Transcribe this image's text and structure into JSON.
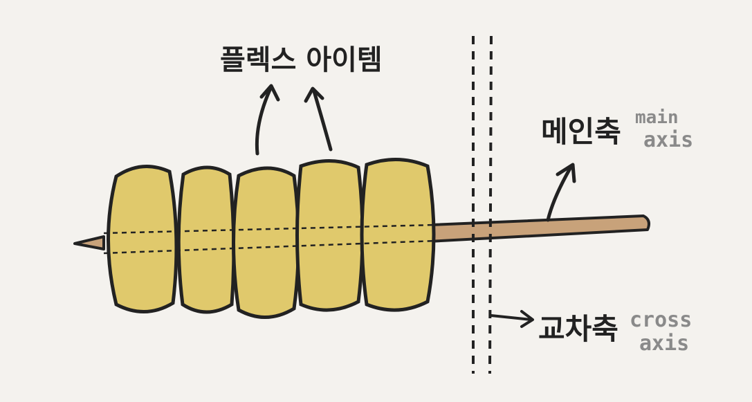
{
  "labels": {
    "flex_items": "플렉스 아이템",
    "main_axis_ko": "메인축",
    "main_axis_en_1": "main",
    "main_axis_en_2": "axis",
    "cross_axis_ko": "교차축",
    "cross_axis_en_1": "cross",
    "cross_axis_en_2": "axis"
  },
  "colors": {
    "background": "#f4f2ee",
    "item_fill": "#e0c96c",
    "stick": "#c8a27a",
    "ink": "#222222",
    "english_text": "#8a8a8a"
  },
  "flex_item_count": 5
}
